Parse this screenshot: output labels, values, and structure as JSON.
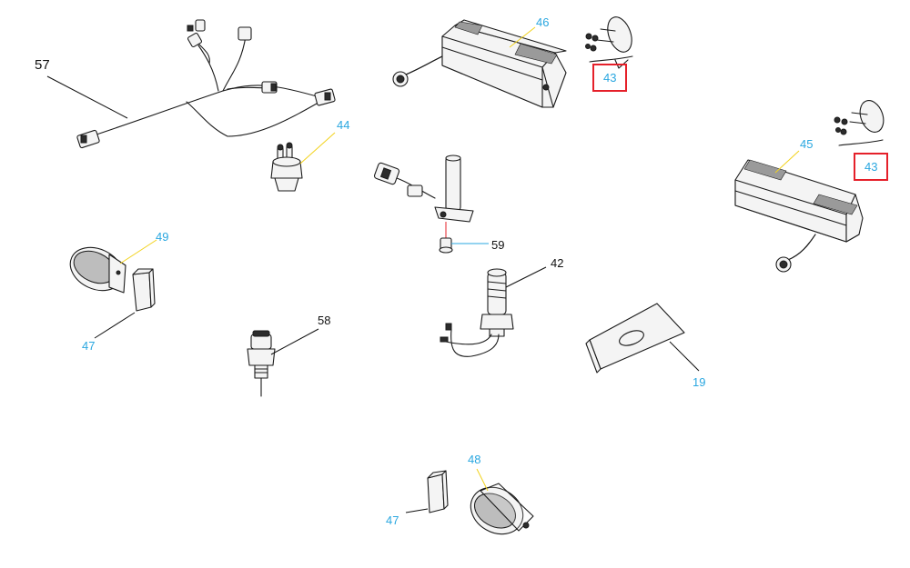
{
  "callouts": {
    "c57": "57",
    "c46": "46",
    "c43a": "43",
    "c43b": "43",
    "c45": "45",
    "c44": "44",
    "c49": "49",
    "c47a": "47",
    "c59": "59",
    "c42": "42",
    "c58": "58",
    "c19": "19",
    "c48": "48",
    "c47b": "47"
  },
  "colors": {
    "callout_blue": "#2aa7e0",
    "callout_black": "#111111",
    "highlight_box": "#e5202a",
    "leader_yellow": "#f2d21b"
  }
}
